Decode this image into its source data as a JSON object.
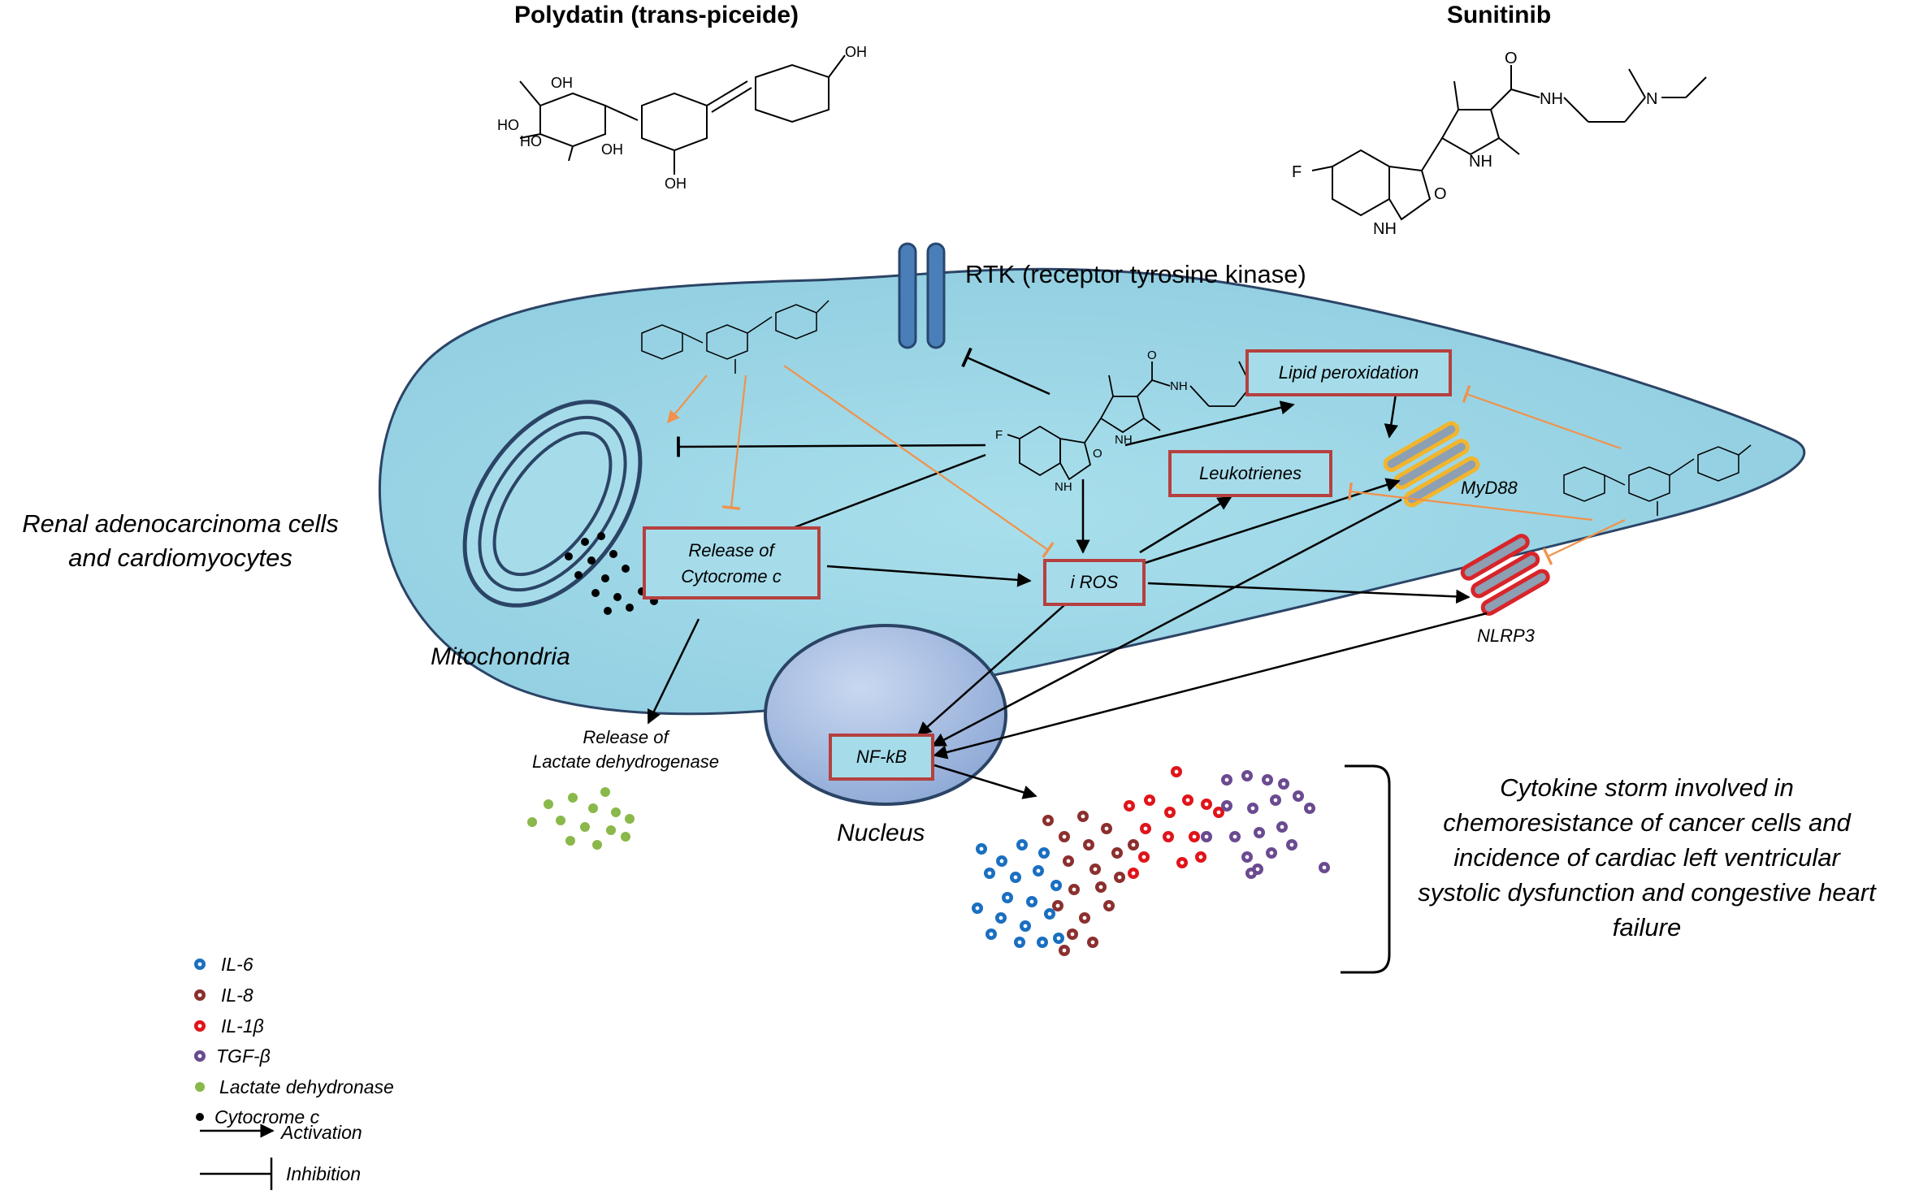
{
  "drugs": {
    "polydatin_title": "Polydatin (trans-piceide)",
    "sunitinib_title": "Sunitinib"
  },
  "structure_atoms": {
    "oh": "OH",
    "ho": "HO",
    "f": "F",
    "o": "O",
    "nh": "NH",
    "h": "H",
    "n": "N"
  },
  "receptor": {
    "label": "RTK (receptor tyrosine kinase)"
  },
  "cell": {
    "type_label_line1": "Renal adenocarcinoma cells",
    "type_label_line2": "and cardiomyocytes",
    "mitochondria": "Mitochondria",
    "nucleus": "Nucleus"
  },
  "nodes": {
    "lipid_peroxidation": "Lipid peroxidation",
    "leukotrienes": "Leukotrienes",
    "myd88": "MyD88",
    "nlrp3": "NLRP3",
    "ros": "i ROS",
    "cyt_release_line1": "Release of",
    "cyt_release_line2": "Cytocrome c",
    "ldh_release_line1": "Release of",
    "ldh_release_line2": "Lactate dehydrogenase",
    "nfkb": "NF-kB"
  },
  "cytokine_storm": {
    "line1": "Cytokine storm involved in",
    "line2": "chemoresistance of cancer cells and",
    "line3": "incidence of cardiac left ventricular",
    "line4": "systolic dysfunction and congestive heart",
    "line5": "failure"
  },
  "legend": {
    "il6": "IL-6",
    "il8": "IL-8",
    "il1b": "IL-1β",
    "tgfb": "TGF-β",
    "ldh": "Lactate dehydronase",
    "cytc": "Cytocrome c",
    "activation": "Activation",
    "inhibition": "Inhibition"
  },
  "colors": {
    "cell_fill": "#a6dcea",
    "cell_stroke": "#2b4466",
    "node_border": "#b5403f",
    "polydatin_line": "#f0924a",
    "il6": "#1a6fc0",
    "il8": "#8c2f2f",
    "il1b": "#e0141a",
    "tgfb": "#6a4a90",
    "ldh": "#8ab84a",
    "cytc": "#000000",
    "myd88": "#f2b52c",
    "nlrp3": "#d8252a",
    "rtk": "#4a7eb8"
  }
}
